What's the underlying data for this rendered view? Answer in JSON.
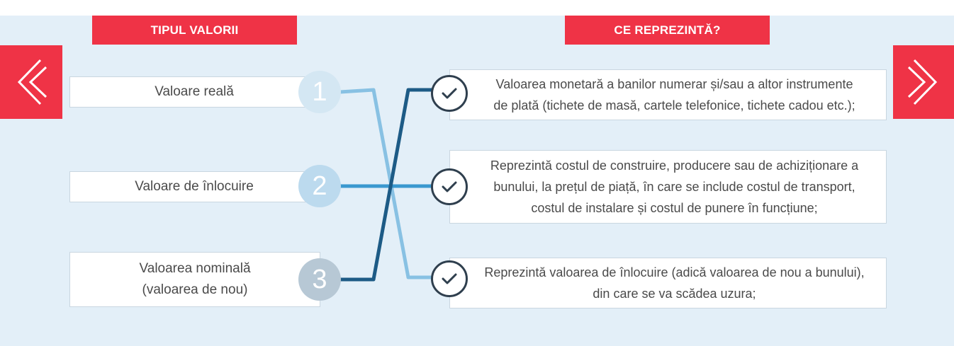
{
  "headers": {
    "left": "TIPUL VALORII",
    "right": "CE REPREZINTĂ?"
  },
  "nav": {
    "prev_icon": "chevron-left-icon",
    "next_icon": "chevron-right-icon"
  },
  "left_items": [
    {
      "number": "1",
      "label_line1": "Valoare reală",
      "label_line2": ""
    },
    {
      "number": "2",
      "label_line1": "Valoare de înlocuire",
      "label_line2": ""
    },
    {
      "number": "3",
      "label_line1": "Valoarea nominală",
      "label_line2": "(valoarea de nou)"
    }
  ],
  "right_items": [
    {
      "lines": [
        "Valoarea monetară a banilor numerar și/sau a altor instrumente",
        "de plată (tichete de masă, cartele telefonice, tichete cadou etc.);"
      ]
    },
    {
      "lines": [
        "Reprezintă costul de construire, producere sau de achiziționare a",
        "bunului, la prețul de piață, în care se include costul de transport,",
        "costul de instalare și costul de punere în funcțiune;"
      ]
    },
    {
      "lines": [
        "Reprezintă valoarea de înlocuire (adică valoarea de nou a bunului),",
        "din care se va scădea uzura;"
      ]
    }
  ],
  "colors": {
    "accent_red": "#ef3346",
    "panel_bg": "#e3eff8",
    "line_light": "#88c1e3",
    "line_mid": "#3a98cf",
    "line_dark": "#1d5b86",
    "circle_1": "#d4e7f3",
    "circle_2": "#bcdaee",
    "circle_3": "#b7c8d5"
  },
  "matches": [
    {
      "from": "1",
      "to": 3
    },
    {
      "from": "2",
      "to": 2
    },
    {
      "from": "3",
      "to": 1
    }
  ]
}
